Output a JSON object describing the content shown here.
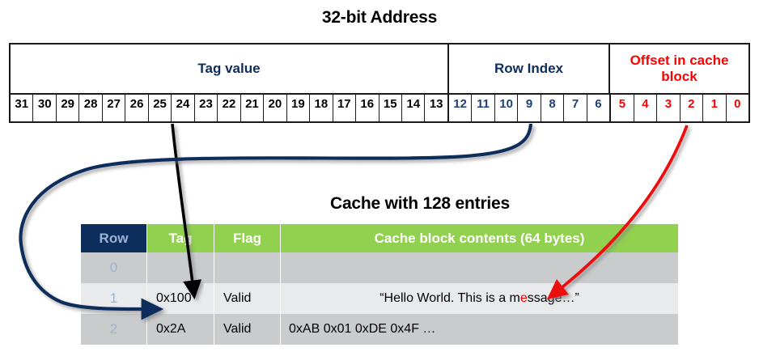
{
  "address": {
    "title": "32-bit Address",
    "sections": [
      {
        "label": "Tag value",
        "color": "#0d2d5c"
      },
      {
        "label": "Row Index",
        "color": "#0d2d5c"
      },
      {
        "label": "Offset in cache block",
        "color": "#ff0000"
      }
    ],
    "bits": [
      {
        "n": "31",
        "group": "tag"
      },
      {
        "n": "30",
        "group": "tag"
      },
      {
        "n": "29",
        "group": "tag"
      },
      {
        "n": "28",
        "group": "tag"
      },
      {
        "n": "27",
        "group": "tag"
      },
      {
        "n": "26",
        "group": "tag"
      },
      {
        "n": "25",
        "group": "tag"
      },
      {
        "n": "24",
        "group": "tag"
      },
      {
        "n": "23",
        "group": "tag"
      },
      {
        "n": "22",
        "group": "tag"
      },
      {
        "n": "21",
        "group": "tag"
      },
      {
        "n": "20",
        "group": "tag"
      },
      {
        "n": "19",
        "group": "tag"
      },
      {
        "n": "18",
        "group": "tag"
      },
      {
        "n": "17",
        "group": "tag"
      },
      {
        "n": "16",
        "group": "tag"
      },
      {
        "n": "15",
        "group": "tag"
      },
      {
        "n": "14",
        "group": "tag"
      },
      {
        "n": "13",
        "group": "tag"
      },
      {
        "n": "12",
        "group": "row"
      },
      {
        "n": "11",
        "group": "row"
      },
      {
        "n": "10",
        "group": "row"
      },
      {
        "n": "9",
        "group": "row"
      },
      {
        "n": "8",
        "group": "row"
      },
      {
        "n": "7",
        "group": "row"
      },
      {
        "n": "6",
        "group": "row"
      },
      {
        "n": "5",
        "group": "offset"
      },
      {
        "n": "4",
        "group": "offset"
      },
      {
        "n": "3",
        "group": "offset"
      },
      {
        "n": "2",
        "group": "offset"
      },
      {
        "n": "1",
        "group": "offset"
      },
      {
        "n": "0",
        "group": "offset"
      }
    ]
  },
  "cache": {
    "title": "Cache with 128 entries",
    "headers": [
      "Row",
      "Tag",
      "Flag",
      "Cache block contents (64 bytes)"
    ],
    "rows": [
      {
        "row": "0",
        "tag": "",
        "flag": "",
        "contents": "",
        "contents_align": "left"
      },
      {
        "row": "1",
        "tag": "0x100",
        "flag": "Valid",
        "contents_pre": "“Hello World. This is a m",
        "contents_hl": "e",
        "contents_post": "ssage…”",
        "contents_align": "center"
      },
      {
        "row": "2",
        "tag": "0x2A",
        "flag": "Valid",
        "contents": "0xAB 0x01 0xDE 0x4F …",
        "contents_align": "left"
      }
    ]
  },
  "colors": {
    "header_green": "#92d050",
    "header_navy": "#0d2d5c",
    "band_dark": "#c9cbcd",
    "band_light": "#e8eaec",
    "row_number": "#9db4d1",
    "offset_red": "#ff0000",
    "arrow_navy": "#0d2d5c",
    "arrow_black": "#000000",
    "arrow_red": "#ee1111"
  },
  "arrows": [
    {
      "name": "tag-to-tag-column",
      "color": "#000000",
      "from": "address bit 25/24 boundary",
      "to": "cache Tag column row 1"
    },
    {
      "name": "row-index-to-row",
      "color": "#0d2d5c",
      "from": "address bit 9",
      "to": "cache Row column row 1"
    },
    {
      "name": "offset-to-block-byte",
      "color": "#ee1111",
      "from": "address bit 3",
      "to": "cache block contents row 1"
    }
  ]
}
